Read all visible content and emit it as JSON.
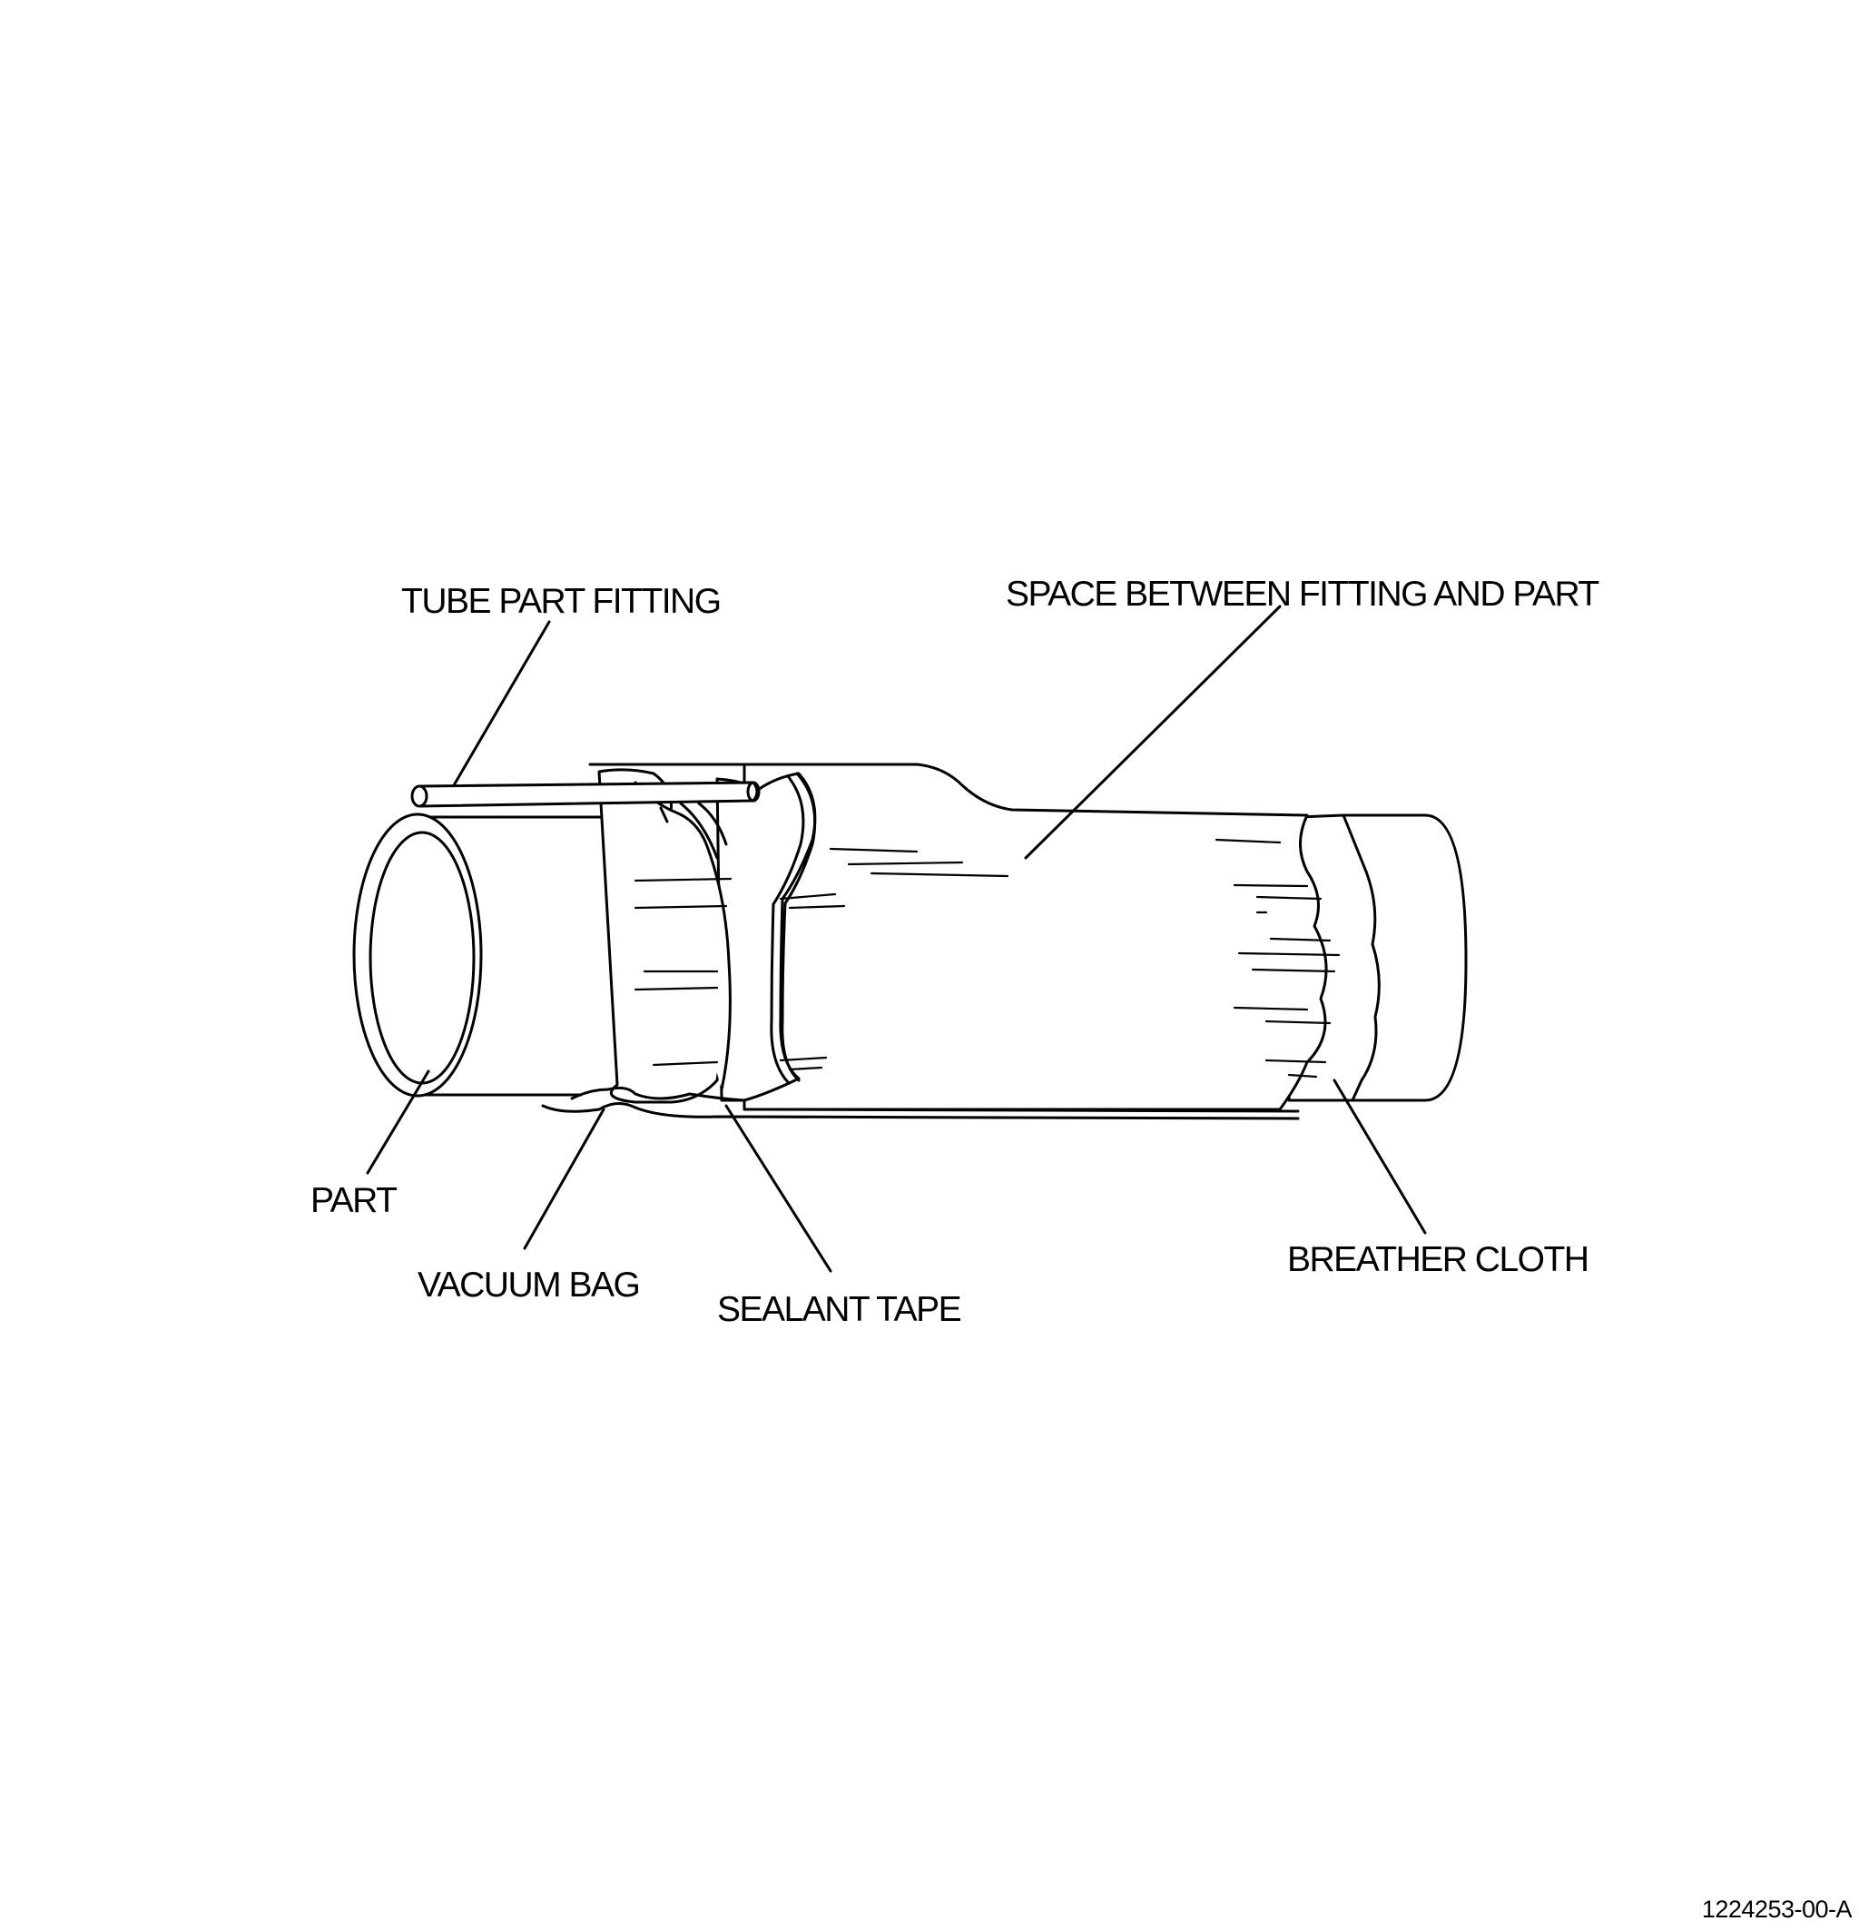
{
  "labels": {
    "tube_part_fitting": "TUBE PART FITTING",
    "space_between": "SPACE BETWEEN FITTING AND PART",
    "part": "PART",
    "vacuum_bag": "VACUUM BAG",
    "sealant_tape": "SEALANT TAPE",
    "breather_cloth": "BREATHER CLOTH"
  },
  "figure_id": "1224253-00-A",
  "colors": {
    "line": "#000000",
    "background": "#ffffff"
  }
}
